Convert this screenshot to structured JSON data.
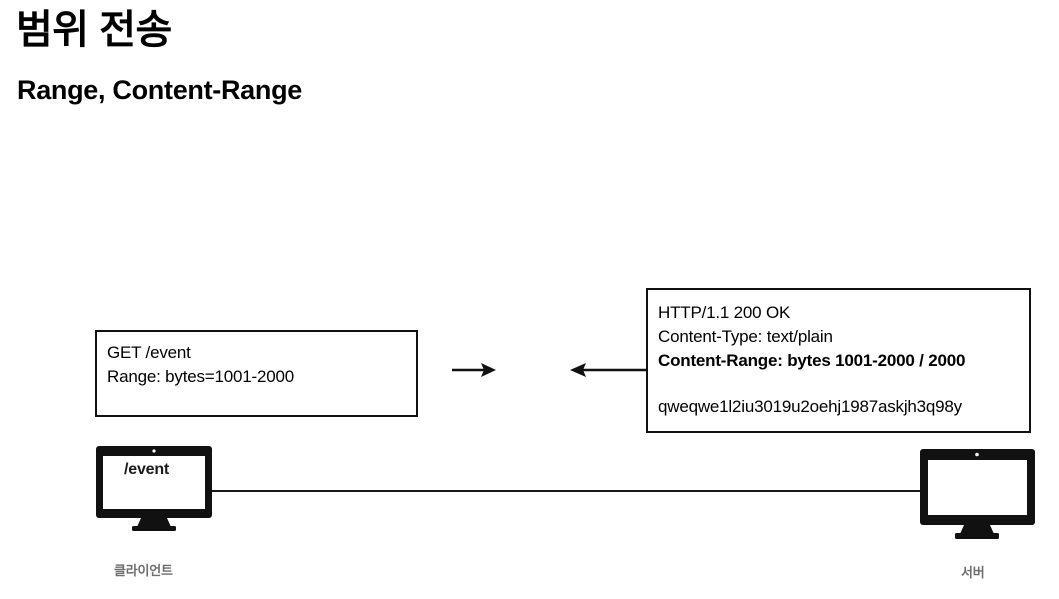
{
  "slide": {
    "title": "범위 전송",
    "subtitle": "Range, Content-Range"
  },
  "diagram": {
    "request_box": {
      "name": "http-request-message",
      "lines": [
        "GET /event",
        "Range: bytes=1001-2000"
      ]
    },
    "response_box": {
      "name": "http-response-message",
      "status_line": "HTTP/1.1 200 OK",
      "content_type": "Content-Type: text/plain",
      "content_range": "Content-Range: bytes 1001-2000 / 2000",
      "body": "qweqwe1l2iu3019u2oehj1987askjh3q98y"
    },
    "arrows": {
      "request_direction": "right",
      "response_direction": "left"
    },
    "client": {
      "screen_text": "/event",
      "caption": "클라이언트"
    },
    "server": {
      "screen_text": "",
      "caption": "서버"
    }
  },
  "colors": {
    "background": "#ffffff",
    "ink": "#000000",
    "caption_gray": "#6e6e6e",
    "device_black": "#111111"
  }
}
